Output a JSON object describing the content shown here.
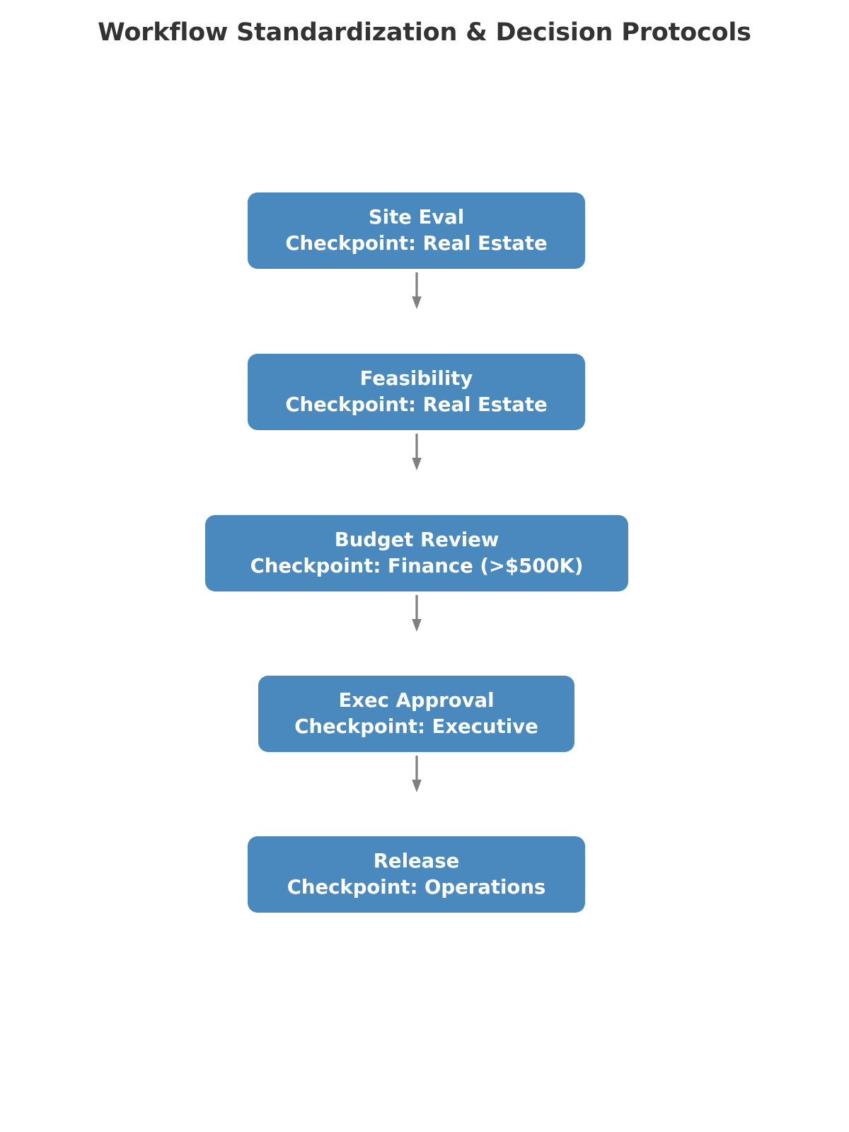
{
  "title": "Workflow Standardization & Decision Protocols",
  "colors": {
    "node_fill": "#4a89be",
    "node_text": "#ffffff",
    "arrow": "#808080",
    "title_text": "#333333",
    "background": "#ffffff"
  },
  "chart_data": {
    "type": "diagram",
    "diagram_kind": "flowchart",
    "orientation": "top-to-bottom",
    "title": "Workflow Standardization & Decision Protocols",
    "nodes": [
      {
        "id": "site-eval",
        "label_line1": "Site Eval",
        "label_line2": "Checkpoint: Real Estate",
        "stage": "Site Eval",
        "checkpoint": "Real Estate",
        "shape": "rounded-rectangle",
        "fill": "#4a89be"
      },
      {
        "id": "feasibility",
        "label_line1": "Feasibility",
        "label_line2": "Checkpoint: Real Estate",
        "stage": "Feasibility",
        "checkpoint": "Real Estate",
        "shape": "rounded-rectangle",
        "fill": "#4a89be"
      },
      {
        "id": "budget-review",
        "label_line1": "Budget Review",
        "label_line2": "Checkpoint: Finance (>$500K)",
        "stage": "Budget Review",
        "checkpoint": "Finance (>$500K)",
        "shape": "rounded-rectangle",
        "fill": "#4a89be"
      },
      {
        "id": "exec-approval",
        "label_line1": "Exec Approval",
        "label_line2": "Checkpoint: Executive",
        "stage": "Exec Approval",
        "checkpoint": "Executive",
        "shape": "rounded-rectangle",
        "fill": "#4a89be"
      },
      {
        "id": "release",
        "label_line1": "Release",
        "label_line2": "Checkpoint: Operations",
        "stage": "Release",
        "checkpoint": "Operations",
        "shape": "rounded-rectangle",
        "fill": "#4a89be"
      }
    ],
    "edges": [
      {
        "from": "site-eval",
        "to": "feasibility",
        "label": "",
        "style": "solid-arrow"
      },
      {
        "from": "feasibility",
        "to": "budget-review",
        "label": "",
        "style": "solid-arrow"
      },
      {
        "from": "budget-review",
        "to": "exec-approval",
        "label": "",
        "style": "solid-arrow"
      },
      {
        "from": "exec-approval",
        "to": "release",
        "label": "",
        "style": "solid-arrow"
      }
    ]
  }
}
